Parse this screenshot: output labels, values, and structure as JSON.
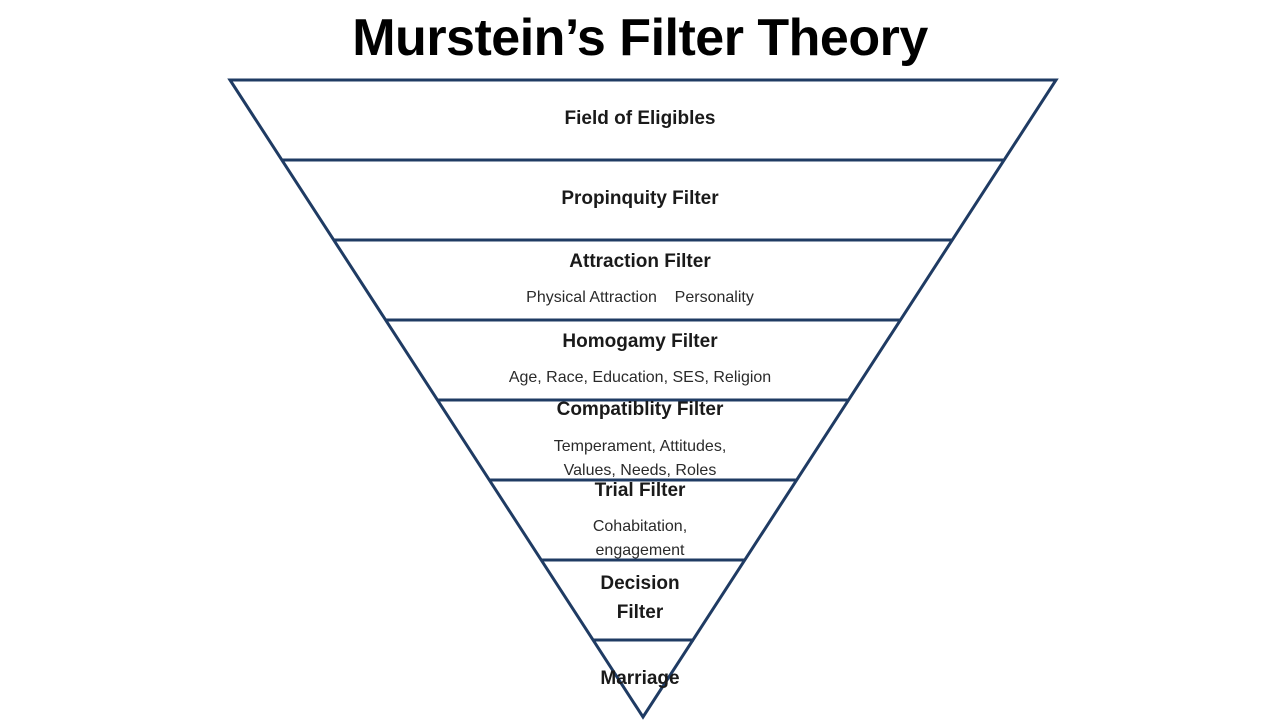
{
  "title": "Murstein’s Filter Theory",
  "colors": {
    "funnel_stroke": "#1f3b63",
    "text": "#1a1a1a"
  },
  "levels": [
    {
      "label": "Field of Eligibles"
    },
    {
      "label": "Propinquity Filter"
    },
    {
      "label": "Attraction Filter",
      "detail": "Physical Attraction    Personality"
    },
    {
      "label": "Homogamy Filter",
      "detail": "Age, Race, Education, SES, Religion"
    },
    {
      "label": "Compatiblity Filter",
      "detail_lines": [
        "Temperament, Attitudes,",
        "Values, Needs, Roles"
      ]
    },
    {
      "label": "Trial Filter",
      "detail_lines": [
        "Cohabitation,",
        "engagement"
      ]
    },
    {
      "label_lines": [
        "Decision",
        "Filter"
      ]
    },
    {
      "label": "Marriage"
    }
  ]
}
